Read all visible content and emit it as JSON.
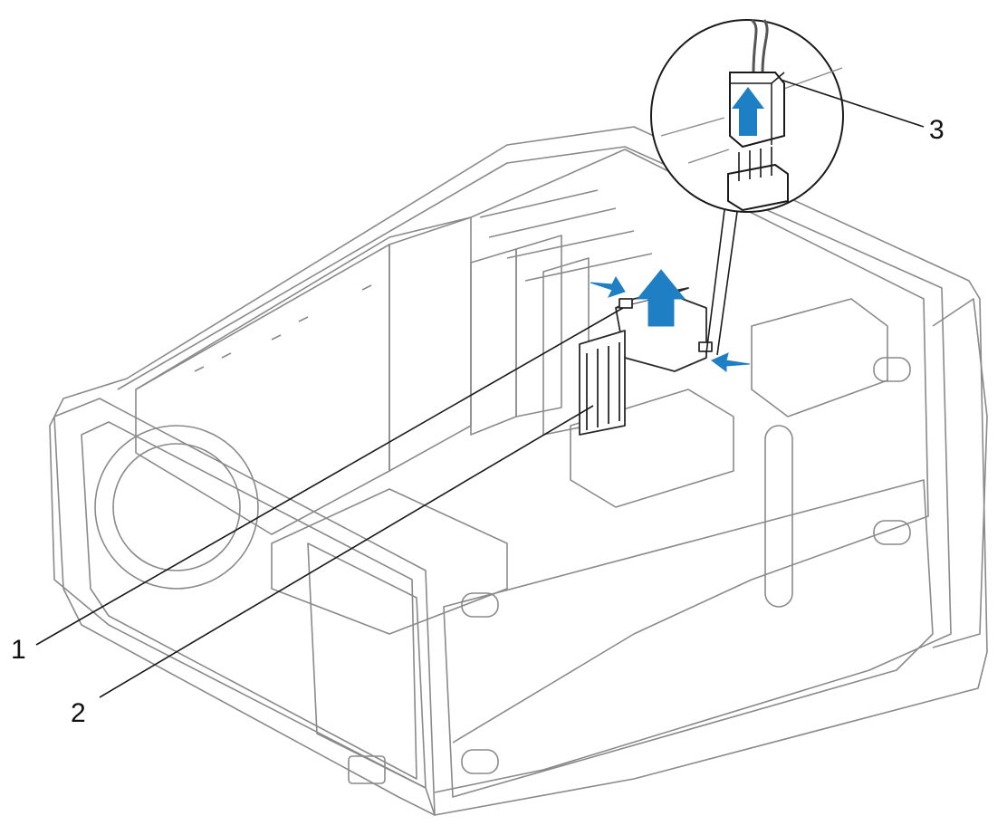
{
  "diagram": {
    "callouts": [
      {
        "id": "1",
        "label": "1"
      },
      {
        "id": "2",
        "label": "2"
      },
      {
        "id": "3",
        "label": "3"
      }
    ],
    "colors": {
      "line": "#8a8a8a",
      "dark_line": "#1a1a1a",
      "arrow": "#1f7fc4",
      "fill": "#ffffff"
    }
  }
}
